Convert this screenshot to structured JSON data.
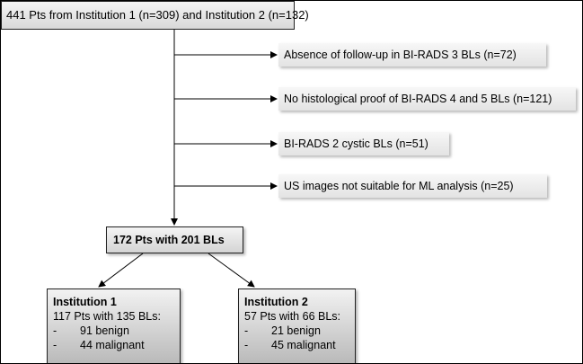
{
  "top_box": "441 Pts from Institution 1 (n=309) and Institution 2 (n=132)",
  "exclusions": [
    "Absence of follow-up in BI-RADS 3 BLs (n=72)",
    "No histological proof of BI-RADS 4 and 5 BLs (n=121)",
    "BI-RADS 2 cystic BLs (n=51)",
    "US images not suitable for ML analysis (n=25)"
  ],
  "middle_box": "172 Pts with 201 BLs",
  "institutions": [
    {
      "title": "Institution 1",
      "summary": "117 Pts with 135 BLs:",
      "items": [
        {
          "dash": "-",
          "text": "91 benign"
        },
        {
          "dash": "-",
          "text": "44 malignant"
        }
      ]
    },
    {
      "title": "Institution 2",
      "summary": "57 Pts with 66 BLs:",
      "items": [
        {
          "dash": "-",
          "text": "21 benign"
        },
        {
          "dash": "-",
          "text": "45 malignant"
        }
      ]
    }
  ]
}
